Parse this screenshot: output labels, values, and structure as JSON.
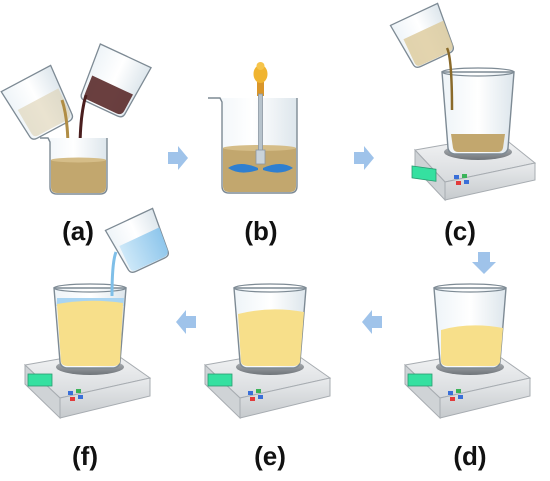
{
  "panels": [
    {
      "id": "a",
      "label": "(a)"
    },
    {
      "id": "b",
      "label": "(b)"
    },
    {
      "id": "c",
      "label": "(c)"
    },
    {
      "id": "d",
      "label": "(d)"
    },
    {
      "id": "e",
      "label": "(e)"
    },
    {
      "id": "f",
      "label": "(f)"
    }
  ],
  "colors": {
    "arrow": "#9fc3ea",
    "brown_liquid": "#c2a76e",
    "dark_liquid": "#5a2a2a",
    "yellow_liquid": "#f7df8a",
    "blue_liquid": "#a8d4f2",
    "stirrer_handle": "#f0b430",
    "stirrer_blade": "#2f7fd0",
    "display": "#35e0a0",
    "button_red": "#e23b3b",
    "button_blue": "#3a6fd8",
    "button_green": "#3cb45a"
  },
  "icons": [
    "arrow-right-icon",
    "arrow-down-icon",
    "arrow-left-icon"
  ]
}
